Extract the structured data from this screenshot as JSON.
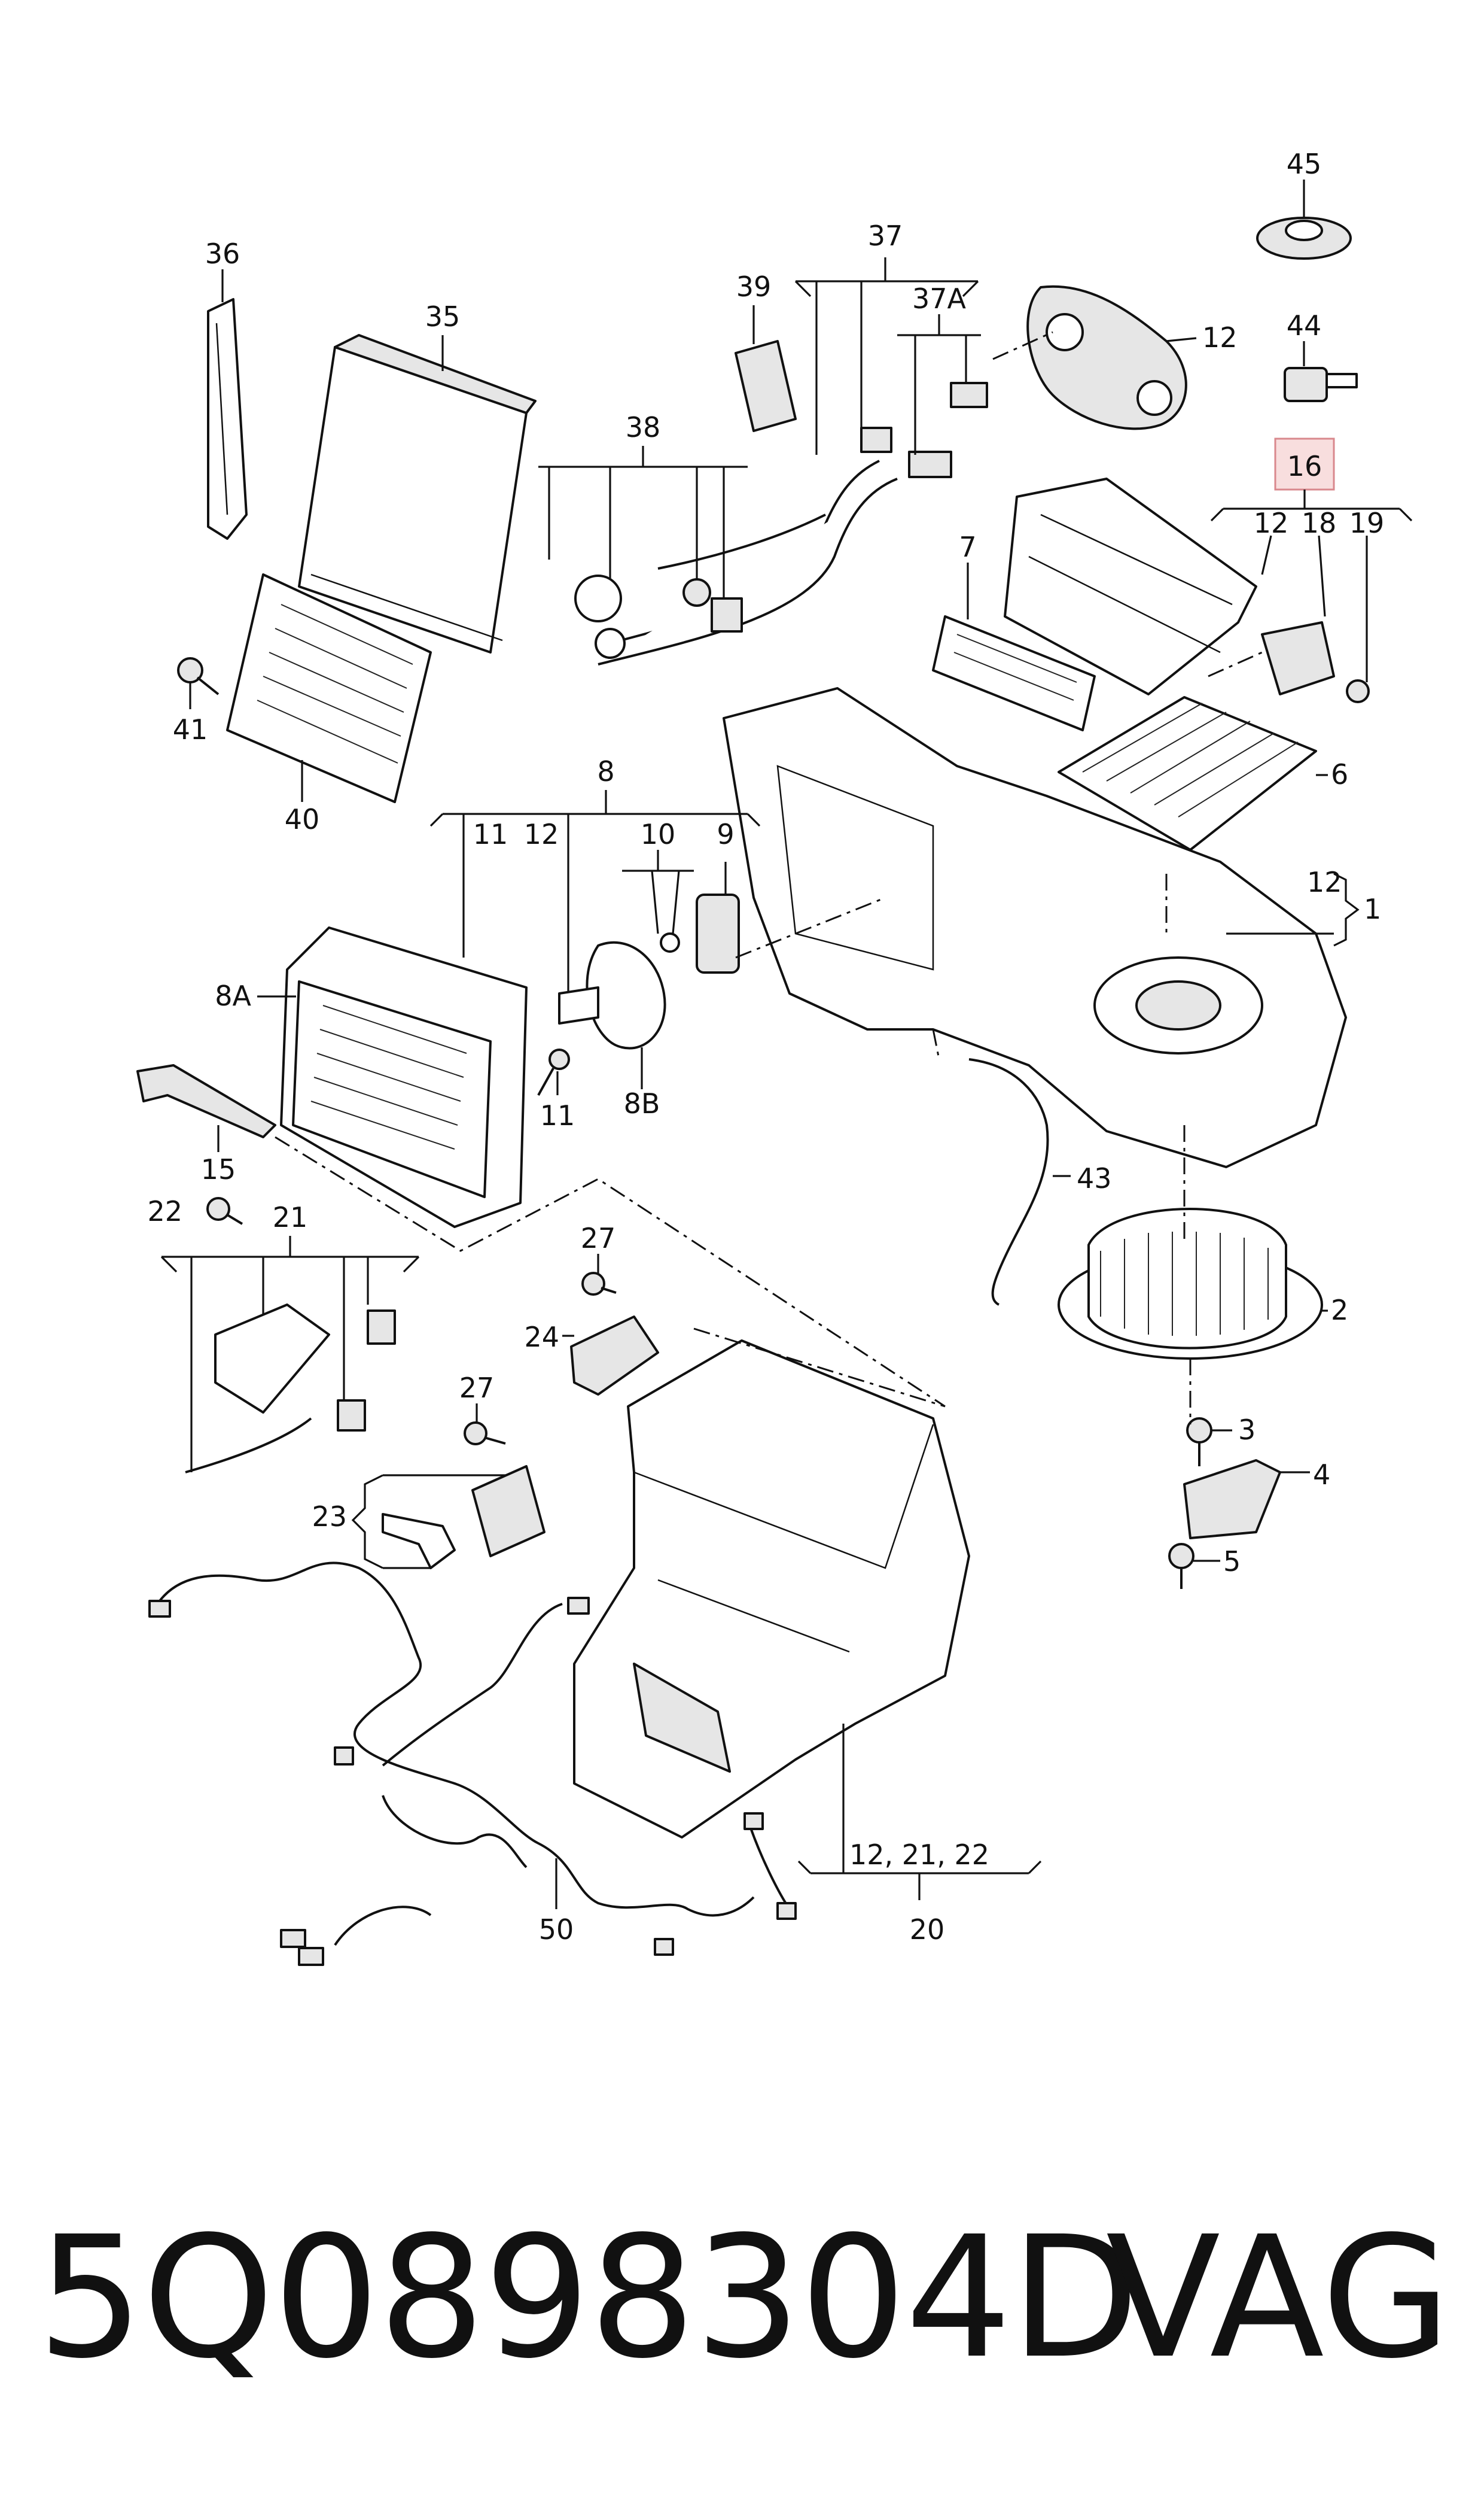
{
  "labels": {
    "l45": "45",
    "l36": "36",
    "l37": "37",
    "l35": "35",
    "l39": "39",
    "l37a": "37A",
    "l12a": "12",
    "l44": "44",
    "l38": "38",
    "l16": "16",
    "l12b": "12",
    "l18": "18",
    "l19": "19",
    "l7": "7",
    "l41": "41",
    "l40": "40",
    "l6": "6",
    "l8": "8",
    "l11a": "11",
    "l12c": "12",
    "l10": "10",
    "l9": "9",
    "l12d": "12",
    "l1": "1",
    "l8a": "8A",
    "l11b": "11",
    "l8b": "8B",
    "l15": "15",
    "l43": "43",
    "l22": "22",
    "l21": "21",
    "l27a": "27",
    "l2": "2",
    "l24": "24",
    "l27b": "27",
    "l3": "3",
    "l23": "23",
    "l4": "4",
    "l5": "5",
    "l122122": "12, 21, 22",
    "l50": "50",
    "l20": "20"
  },
  "footer": {
    "part_number": "5Q0898304D",
    "brand": "VAG"
  },
  "colors": {
    "highlight_fill": "#f8dede",
    "highlight_border": "#d9888d",
    "line": "#111111"
  }
}
